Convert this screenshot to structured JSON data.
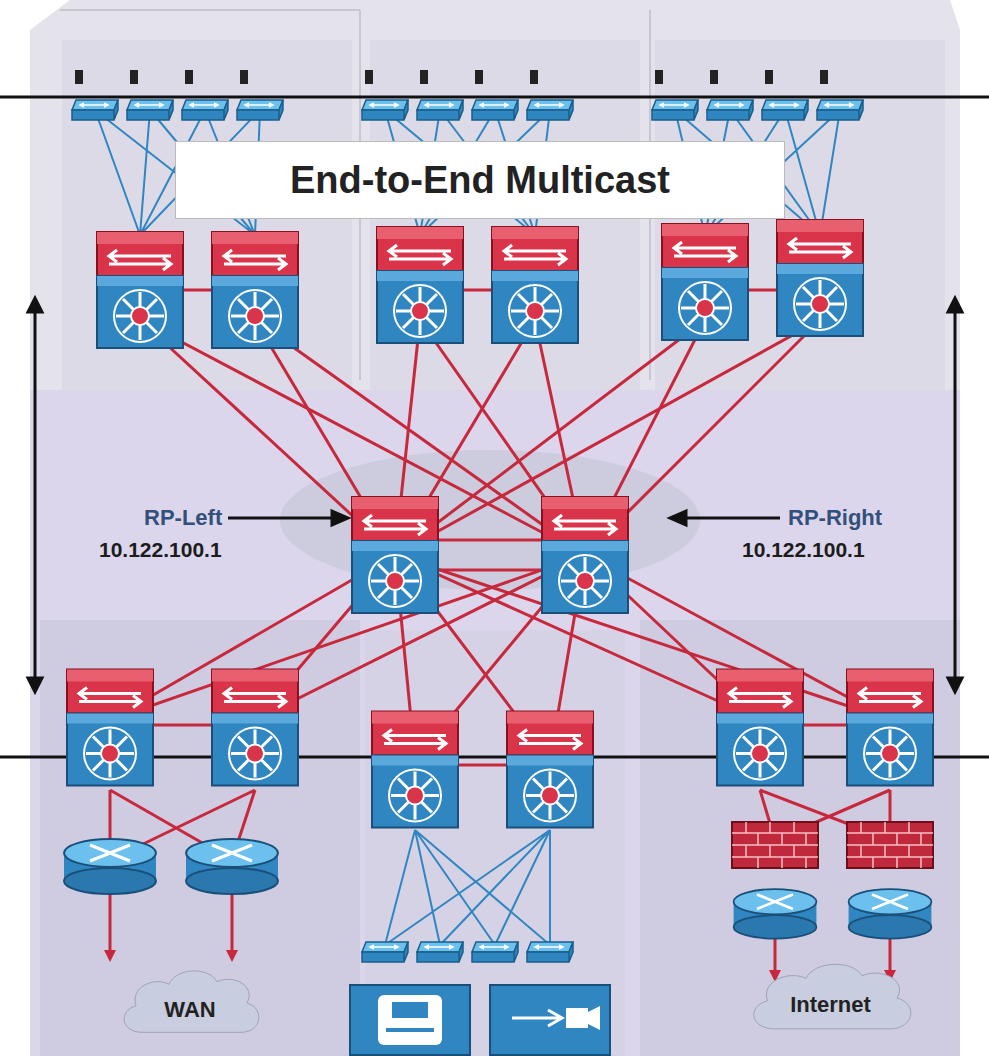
{
  "diagram": {
    "nodes": [
      {
        "text": [
          "End-to-End Multicast"
        ]
      },
      {
        "text": [
          "WAN"
        ]
      },
      {
        "text": [
          "Internet"
        ]
      }
    ],
    "labels": [
      "RP-Left",
      "10.122.100.1",
      "RP-Right",
      "10.122.100.1"
    ]
  }
}
